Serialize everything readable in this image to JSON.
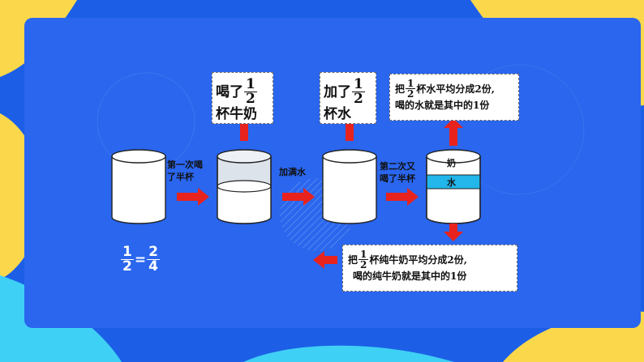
{
  "colors": {
    "background": "#1c5fe6",
    "panel": "#2a66ee",
    "accent_yellow": "#fbd84b",
    "arrow_red": "#e8231d",
    "water_cyan": "#22b6ea",
    "box_border": "#6a6a6a"
  },
  "callout_drink_milk": {
    "prefix": "喝了",
    "num": "1",
    "den": "2",
    "suffix": "杯牛奶"
  },
  "callout_add_water": {
    "prefix": "加了",
    "num": "1",
    "den": "2",
    "suffix": "杯水"
  },
  "callout_split_water": {
    "prefix": "把",
    "num": "1",
    "den": "2",
    "line1_rest": "杯水平均分成2份,",
    "line2": "喝的水就是其中的1份"
  },
  "callout_split_milk": {
    "prefix": "把",
    "num": "1",
    "den": "2",
    "line1_rest": "杯纯牛奶平均分成2份,",
    "line2": "喝的纯牛奶就是其中的1份"
  },
  "step_labels": {
    "first_drink_line1": "第一次喝",
    "first_drink_line2": "了半杯",
    "fill_water": "加满水",
    "second_drink_line1": "第二次又",
    "second_drink_line2": "喝了半杯"
  },
  "cup_texts": {
    "milk": "奶",
    "water": "水"
  },
  "equation": {
    "left_num": "1",
    "left_den": "2",
    "equals": "=",
    "right_num": "2",
    "right_den": "4"
  }
}
